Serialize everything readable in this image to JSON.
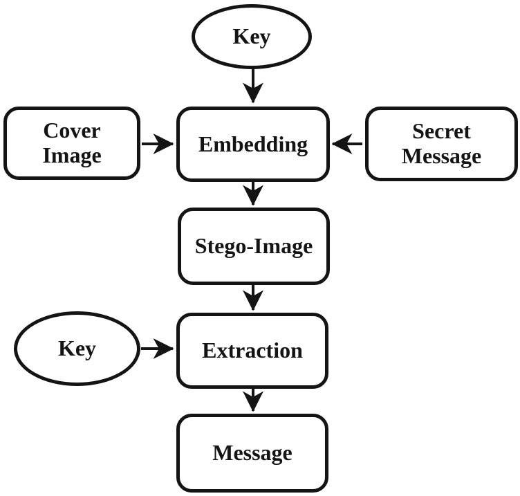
{
  "diagram": {
    "type": "flowchart",
    "background_color": "#ffffff",
    "stroke_color": "#141414",
    "text_color": "#141414",
    "nodes": {
      "key_top": {
        "label": "Key",
        "shape": "ellipse"
      },
      "cover_image": {
        "label": "Cover Image",
        "shape": "rounded-rect"
      },
      "embedding": {
        "label": "Embedding",
        "shape": "rounded-rect"
      },
      "secret_message": {
        "label": "Secret Message",
        "shape": "rounded-rect"
      },
      "stego_image": {
        "label": "Stego-Image",
        "shape": "rounded-rect"
      },
      "key_left": {
        "label": "Key",
        "shape": "ellipse"
      },
      "extraction": {
        "label": "Extraction",
        "shape": "rounded-rect"
      },
      "message": {
        "label": "Message",
        "shape": "rounded-rect"
      }
    },
    "edges": [
      {
        "from": "key_top",
        "to": "embedding",
        "direction": "down"
      },
      {
        "from": "cover_image",
        "to": "embedding",
        "direction": "right"
      },
      {
        "from": "secret_message",
        "to": "embedding",
        "direction": "left"
      },
      {
        "from": "embedding",
        "to": "stego_image",
        "direction": "down"
      },
      {
        "from": "stego_image",
        "to": "extraction",
        "direction": "down"
      },
      {
        "from": "key_left",
        "to": "extraction",
        "direction": "right"
      },
      {
        "from": "extraction",
        "to": "message",
        "direction": "down"
      }
    ]
  }
}
